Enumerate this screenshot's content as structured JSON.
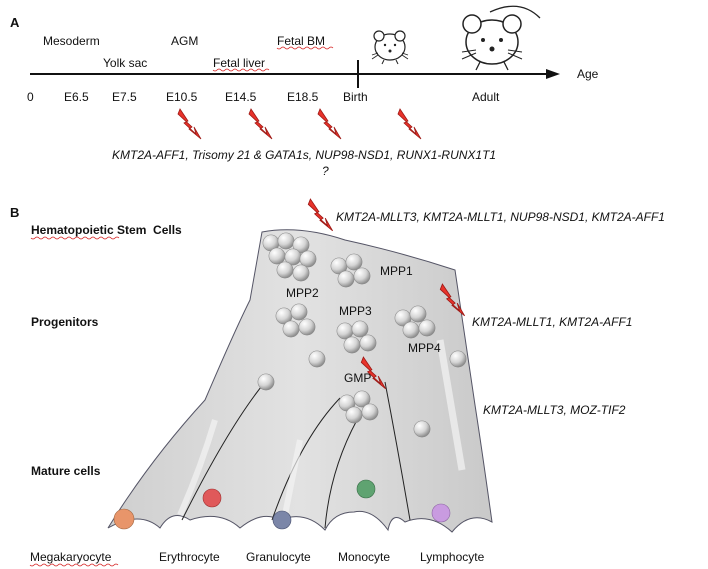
{
  "panel_a": {
    "label": "A",
    "stages": {
      "mesoderm": "Mesoderm",
      "yolk_sac": "Yolk sac",
      "agm": "AGM",
      "fetal_liver": "Fetal liver",
      "fetal_bm": "Fetal BM"
    },
    "axis_label": "Age",
    "timepoints": [
      "0",
      "E6.5",
      "E7.5",
      "E10.5",
      "E14.5",
      "E18.5",
      "Birth",
      "Adult"
    ],
    "fusion_line": "KMT2A-AFF1, Trisomy 21 & GATA1s, NUP98-NSD1, RUNX1-RUNX1T1",
    "question": "?"
  },
  "panel_b": {
    "label": "B",
    "levels": {
      "hsc": "Hematopoietic Stem  Cells",
      "progenitors": "Progenitors",
      "mature": "Mature cells"
    },
    "populations": {
      "mpp1": "MPP1",
      "mpp2": "MPP2",
      "mpp3": "MPP3",
      "mpp4": "MPP4",
      "gmp": "GMP"
    },
    "fusions": {
      "hsc": "KMT2A-MLLT3, KMT2A-MLLT1, NUP98-NSD1, KMT2A-AFF1",
      "progenitor": "KMT2A-MLLT1, KMT2A-AFF1",
      "gmp": "KMT2A-MLLT3, MOZ-TIF2"
    },
    "mature_cells": [
      "Megakaryocyte",
      "Erythrocyte",
      "Granulocyte",
      "Monocyte",
      "Lymphocyte"
    ]
  },
  "colors": {
    "landscape": "#dcdcdc",
    "landscape_edge": "#444444",
    "lightning": "#e8332b",
    "megakaryocyte": "#e8956a",
    "erythrocyte": "#e0595a",
    "granulocyte": "#7b86a8",
    "monocyte": "#5fa371",
    "lymphocyte": "#c99be0"
  },
  "icons": [
    "lightning-bolt-icon",
    "mouse-icon"
  ]
}
